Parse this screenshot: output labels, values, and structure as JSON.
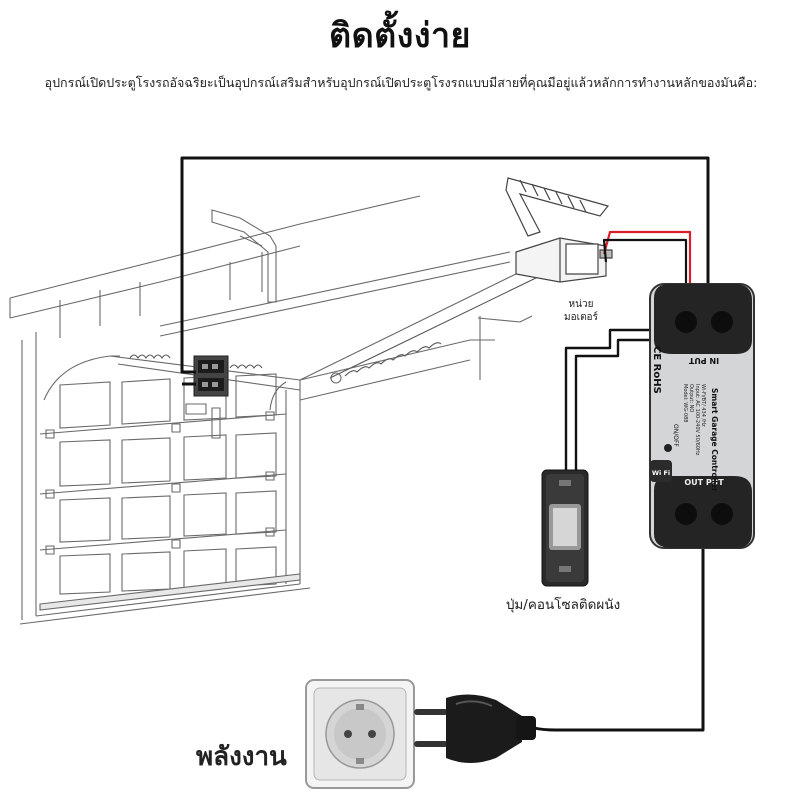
{
  "title": "ติดตั้งง่าย",
  "intro": "อุปกรณ์เปิดประตูโรงรถอัจฉริยะเป็นอุปกรณ์เสริมสำหรับอุปกรณ์เปิดประตูโรงรถแบบมีสายที่คุณมีอยู่แล้วหลักการทำงานหลักของมันคือ:",
  "labels": {
    "motor_line1": "หน่วย",
    "motor_line2": "มอเตอร์",
    "wall_button": "ปุ่ม/คอนโซลติดผนัง",
    "power": "พลังงาน"
  },
  "controller": {
    "input": "IN PUT",
    "output": "OUT PUT",
    "ce": "CE RoHS",
    "name": "Smart Garage Controller",
    "spec1": "Wi-Fi/BT/ 434 /Hz",
    "spec2": "Input: AC 100-240V 50/60Hz",
    "spec3": "Output: NO",
    "spec4": "Model: WG-088",
    "onoff": "ON/OFF",
    "wifi": "Wi Fi"
  },
  "colors": {
    "wire": "#111111",
    "red_wire": "#d81e28",
    "controller_body": "#d3d5d7",
    "terminal": "#242424"
  }
}
